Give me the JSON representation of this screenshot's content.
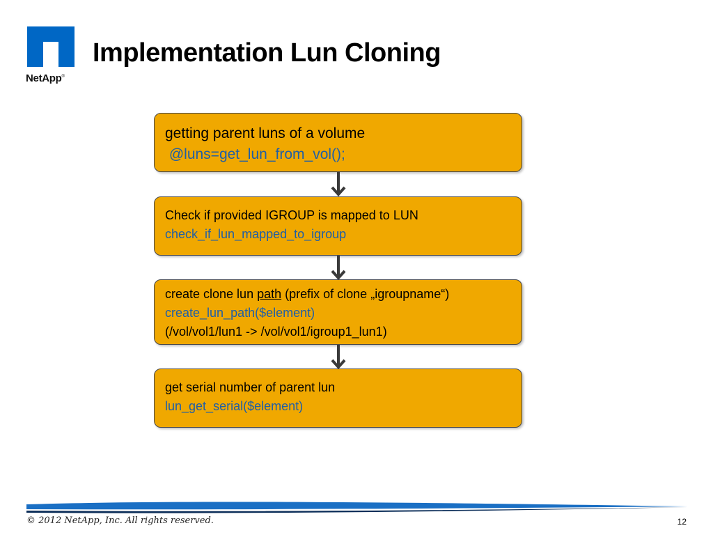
{
  "brand": {
    "name": "NetApp",
    "mark": "®",
    "logo_icon": "netapp-n-logo-icon",
    "logo_color": "#0067c5"
  },
  "slide": {
    "title": "Implementation Lun Cloning",
    "page_number": "12",
    "copyright": "© 2012 NetApp, Inc. All rights reserved."
  },
  "colors": {
    "box_fill": "#f0a800",
    "code_text": "#1f5fa6",
    "arrow": "#3a3a3a",
    "footer_swoosh": "#1a6fc4"
  },
  "steps": [
    {
      "label": "getting parent luns of a volume",
      "code": " @luns=get_lun_from_vol();"
    },
    {
      "label": "Check if provided IGROUP is mapped to LUN",
      "code": "check_if_lun_mapped_to_igroup"
    },
    {
      "label_before": "create clone lun ",
      "label_underlined": "path",
      "label_after": " (prefix of clone „igroupname“)",
      "code": "create_lun_path($element)",
      "example": "(/vol/vol1/lun1 -> /vol/vol1/igroup1_lun1)"
    },
    {
      "label": "get serial number of parent lun",
      "code": "lun_get_serial($element)"
    }
  ]
}
